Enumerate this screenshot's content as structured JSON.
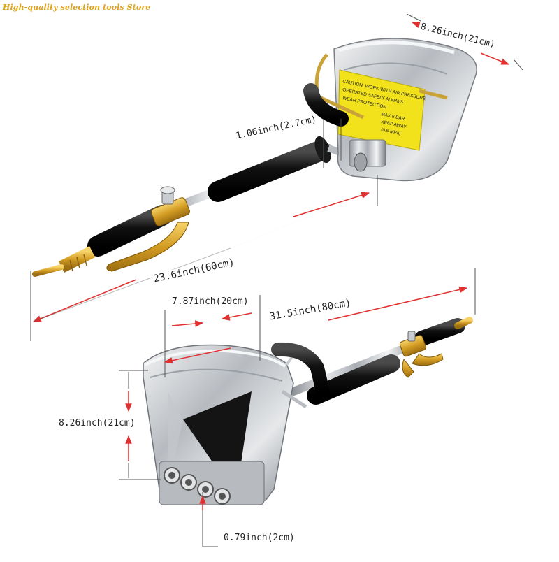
{
  "watermark": "High-quality selection tools Store",
  "dimensions": {
    "hopper_top_width": "8.26inch(21cm)",
    "nozzle_diameter": "1.06inch(2.7cm)",
    "handle_length": "23.6inch(60cm)",
    "hopper_opening": "7.87inch(20cm)",
    "total_length": "31.5inch(80cm)",
    "hopper_height": "8.26inch(21cm)",
    "outlet_spacing": "0.79inch(2cm)"
  },
  "label": {
    "line1": "CAUTION: WORK WITH AIR PRESSURE",
    "line2": "OPERATED SAFELY ALWAYS",
    "line3": "WEAR PROTECTION",
    "line4": "MAX 8 BAR",
    "line5": "KEEP AWAY",
    "line6": "(0.6 MPa)"
  },
  "colors": {
    "accent": "#e0a21a",
    "arrow": "#e03030",
    "line": "#555555",
    "label_yellow": "#f2e21b",
    "handle": "#1a1a1a",
    "brass": "#d9a52a",
    "steel": "#c9ccd0"
  }
}
